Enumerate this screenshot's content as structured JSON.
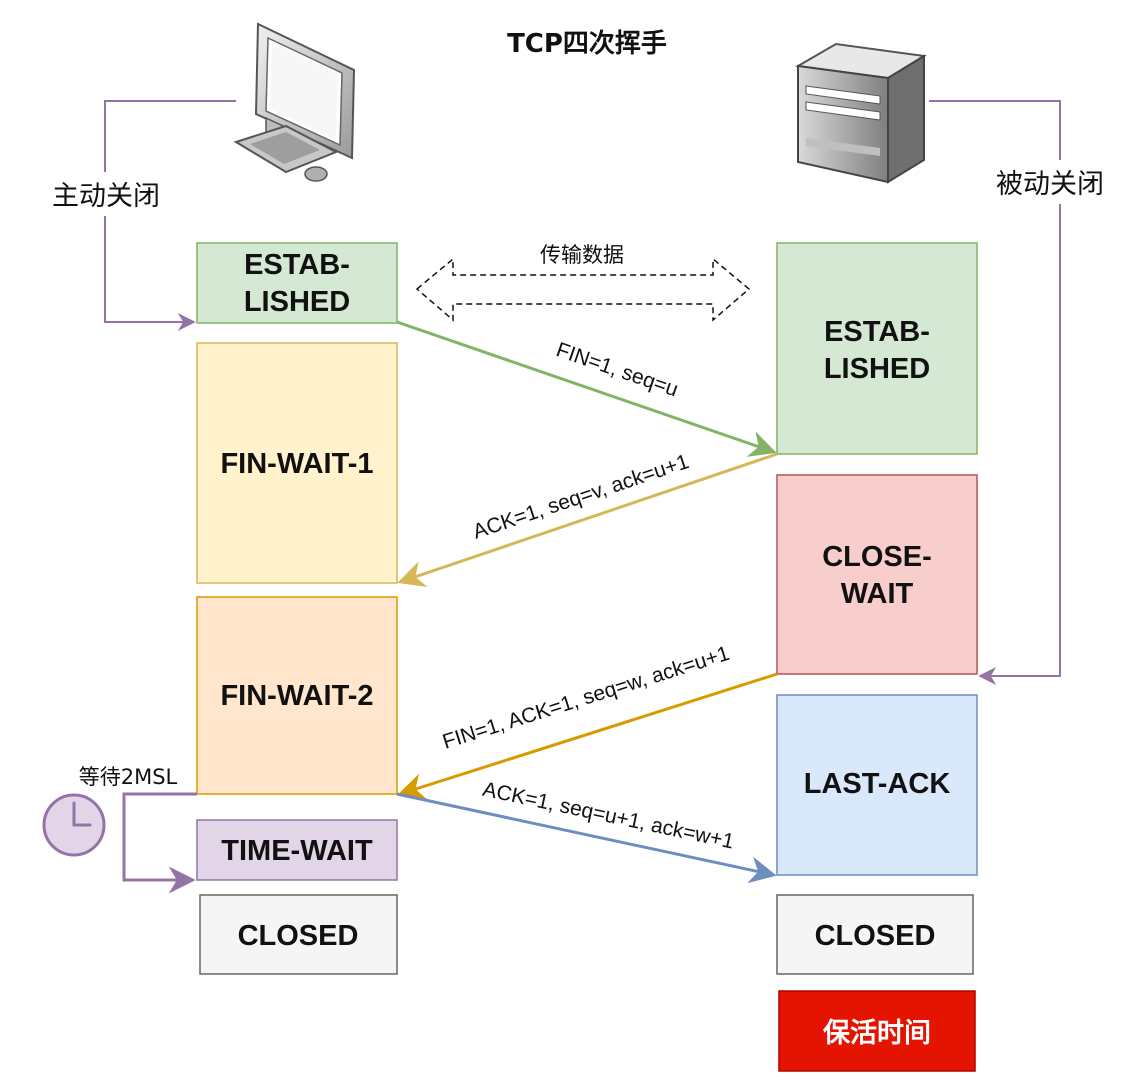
{
  "title": "TCP四次挥手",
  "client": {
    "label": "主动关闭",
    "states": {
      "established_line1": "ESTAB-",
      "established_line2": "LISHED",
      "fin_wait_1": "FIN-WAIT-1",
      "fin_wait_2": "FIN-WAIT-2",
      "time_wait": "TIME-WAIT",
      "closed": "CLOSED"
    },
    "wait_label": "等待2MSL"
  },
  "server": {
    "label": "被动关闭",
    "states": {
      "established_line1": "ESTAB-",
      "established_line2": "LISHED",
      "close_wait_line1": "CLOSE-",
      "close_wait_line2": "WAIT",
      "last_ack": "LAST-ACK",
      "closed": "CLOSED",
      "keepalive": "保活时间"
    }
  },
  "data_transfer_label": "传输数据",
  "messages": {
    "fin1": "FIN=1, seq=u",
    "ack1": "ACK=1, seq=v, ack=u+1",
    "fin2": "FIN=1, ACK=1, seq=w, ack=u+1",
    "ack2": "ACK=1, seq=u+1, ack=w+1"
  },
  "colors": {
    "green_fill": "#d5e8d4",
    "green_stroke": "#82b366",
    "yellow_fill": "#fff2cc",
    "yellow_stroke": "#d6b656",
    "orange_fill": "#ffe6cc",
    "orange_stroke": "#d79b00",
    "red_fill": "#f8cecc",
    "red_stroke": "#b85450",
    "blue_fill": "#dae8fc",
    "blue_stroke": "#6c8ebf",
    "purple_fill": "#e1d5e7",
    "purple_stroke": "#9673a6",
    "gray_fill": "#f5f5f5",
    "gray_stroke": "#666666",
    "keepalive_fill": "#e51400"
  }
}
